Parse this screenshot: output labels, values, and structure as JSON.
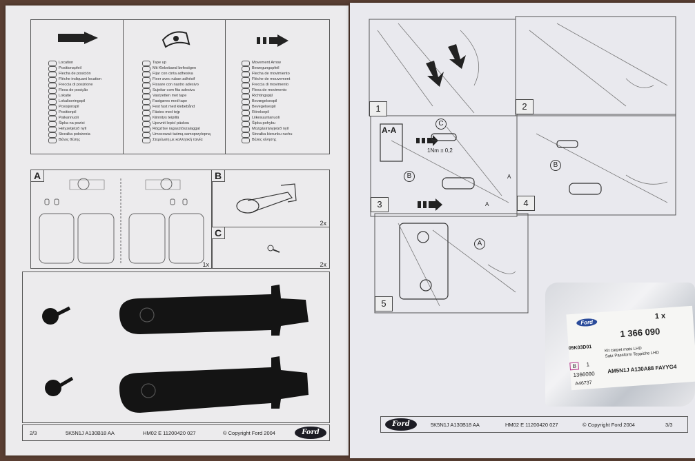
{
  "left_page": {
    "legend": {
      "location": [
        "Location",
        "Positionspfeil",
        "Flecha de posición",
        "Flèche indiquant location",
        "Freccia di posizione",
        "Flexa de posição",
        "Lokatie",
        "Lokaliseringspil",
        "Posisjonspil",
        "Positionpil",
        "Paikannuoli",
        "Šipka na pozici",
        "Helyzetjelző nyíl",
        "Strzałka położenia",
        "Βέλος θέσης"
      ],
      "tape": [
        "Tape up",
        "Mit Klebeband befestigen",
        "Fijar con cinta adhesiva",
        "Fixer avec ruban adhésif",
        "Fissare con nastro adesivo",
        "Sujeitar com fita adesiva",
        "Vastzetten met tape",
        "Fastgøres med tape",
        "Fest fast med klebebånd",
        "Fästes med tejp",
        "Kiinnitys teipillä",
        "Upevnit lepicí páskou",
        "Rögzítse ragasztószalaggal",
        "Umocować taśmą samoprzylepną",
        "Στερέωση με κολλητική ταινία"
      ],
      "movement": [
        "Movement Arrow",
        "Bewegungspfeil",
        "Flecha de movimiento",
        "Flèche de mouvement",
        "Freccia di movimento",
        "Flexa de movimento",
        "Richtingspijl",
        "Bevægelsespil",
        "Bevegelsespil",
        "Rörelsepil",
        "Liikesuuntanuoli",
        "Šipka pohybu",
        "Mozgásirányjelző nyíl",
        "Strzałka kierunku ruchu",
        "Βέλος κίνησης"
      ]
    },
    "panel_a": "A",
    "panel_b": "B",
    "panel_c": "C",
    "qty_1x": "1x",
    "qty_2x_b": "2x",
    "qty_2x_c": "2x",
    "footer": {
      "page": "2/3",
      "part": "5K5N1J A130B18 AA",
      "ref": "HM02 E 11200420 027",
      "copyright": "© Copyright Ford 2004",
      "brand": "Ford"
    }
  },
  "right_page": {
    "steps": [
      "1",
      "2",
      "3",
      "4",
      "5"
    ],
    "section": "A-A",
    "callout_c": "C",
    "callout_b3": "B",
    "callout_b4": "B",
    "callout_a5": "A",
    "torque": "1Nm ± 0,2",
    "dim_a1": "A",
    "dim_a2": "A",
    "footer": {
      "brand": "Ford",
      "part": "5K5N1J A130B18 AA",
      "ref": "HM02 E 11200420 027",
      "copyright": "© Copyright Ford 2004",
      "page": "3/3"
    }
  },
  "package_label": {
    "brand": "Ford",
    "qty": "1 x",
    "part_number": "1 366 090",
    "code": "05K03D01",
    "desc1": "Kit carpet mats LHD",
    "desc2": "Satz Passform Teppiche LHD",
    "box_b": "B",
    "box_1": "1",
    "short_number": "1366090",
    "engineering": "AM5N1J A130A88 FAYYG4",
    "small": "A46737"
  }
}
